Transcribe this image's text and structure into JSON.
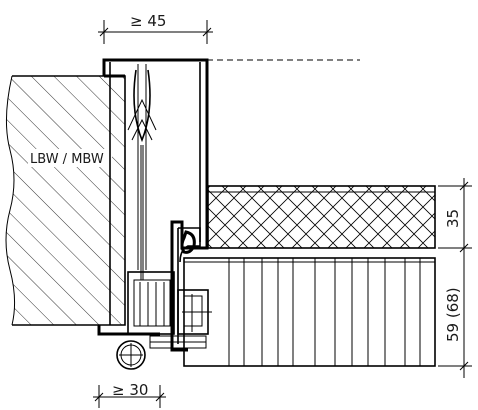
{
  "labels": {
    "wall_material": "LBW / MBW",
    "frame_overlap_top": "≥ 45",
    "frame_overlap_bottom": "≥ 30",
    "dim_upper": "35",
    "dim_lower": "59 (68)"
  }
}
